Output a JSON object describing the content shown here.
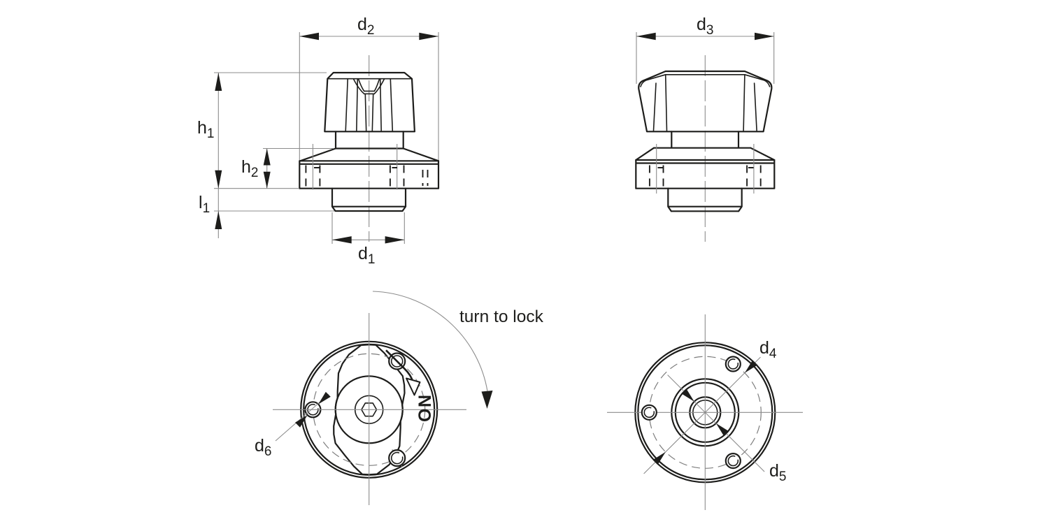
{
  "drawing": {
    "type": "technical-drawing",
    "views": {
      "front_view": "knob front elevation",
      "side_view": "knob side elevation",
      "top_view": "knob top view with rotation direction",
      "bottom_view": "knob bottom view with hole circle"
    },
    "labels": {
      "d1": {
        "base": "d",
        "sub": "1"
      },
      "d2": {
        "base": "d",
        "sub": "2"
      },
      "d3": {
        "base": "d",
        "sub": "3"
      },
      "d4": {
        "base": "d",
        "sub": "4"
      },
      "d5": {
        "base": "d",
        "sub": "5"
      },
      "d6": {
        "base": "d",
        "sub": "6"
      },
      "h1": {
        "base": "h",
        "sub": "1"
      },
      "h2": {
        "base": "h",
        "sub": "2"
      },
      "l1": {
        "base": "l",
        "sub": "1"
      }
    },
    "annotations": {
      "turn_to_lock": "turn to lock",
      "rotation_label": "ON"
    },
    "colors": {
      "outline": "#1d1d1b",
      "dimension_line": "#8c8c8c",
      "background": "#ffffff"
    }
  }
}
